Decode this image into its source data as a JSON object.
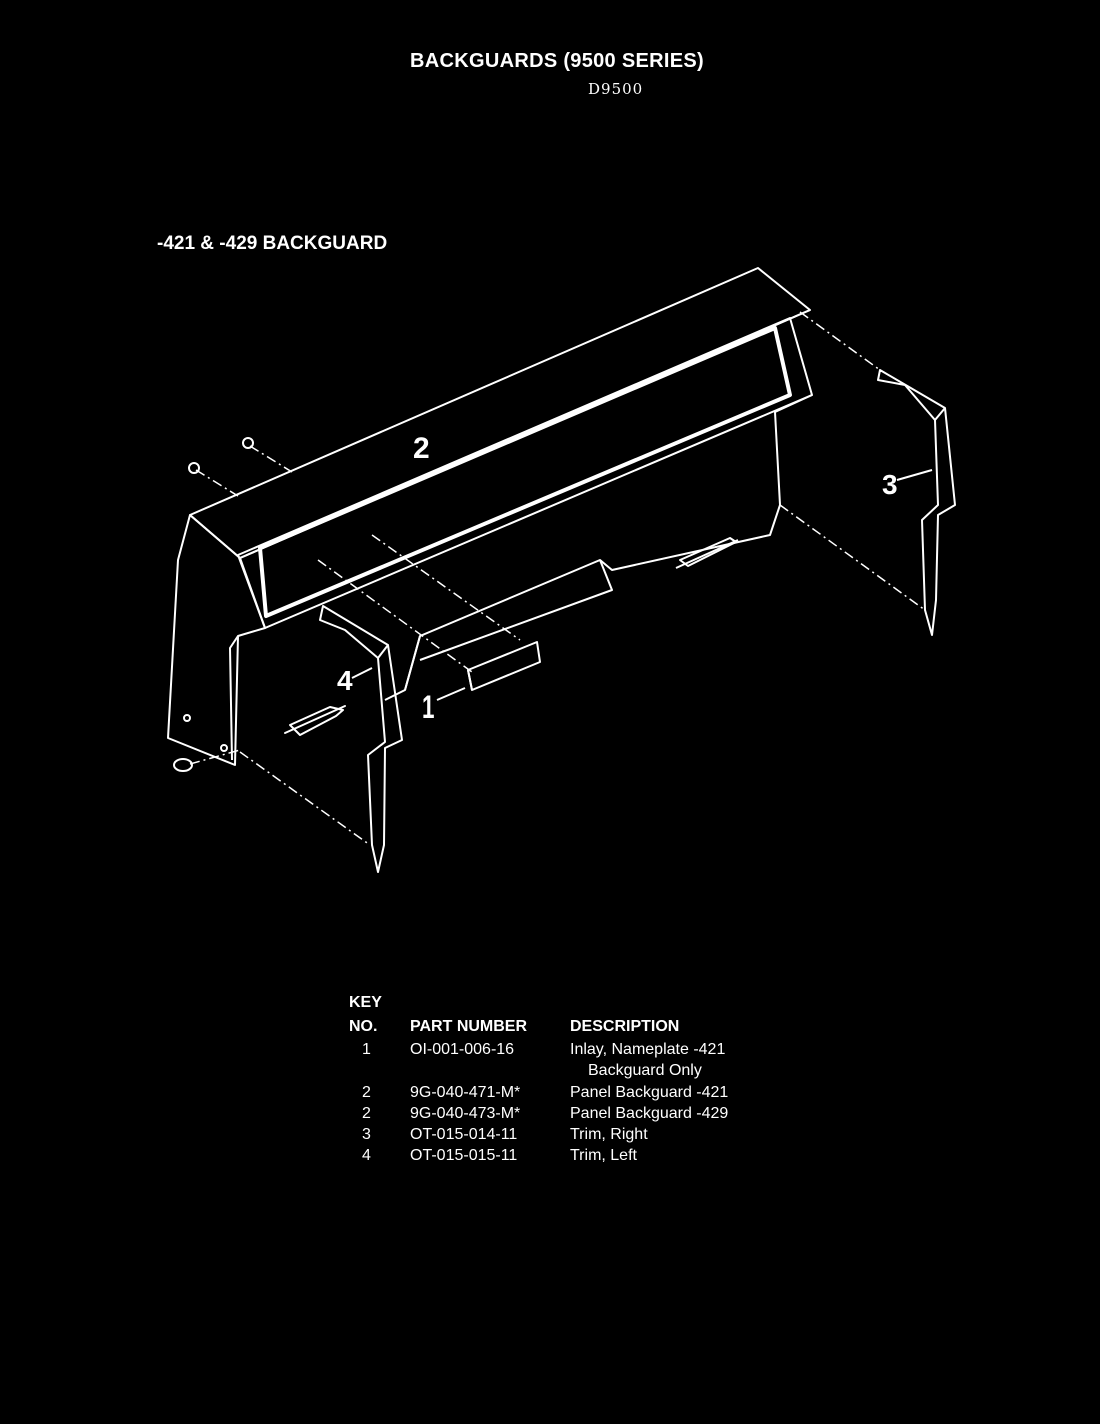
{
  "header": {
    "title": "BACKGUARDS (9500 SERIES)",
    "code": "D9500"
  },
  "section": {
    "heading": "-421 & -429 BACKGUARD"
  },
  "diagram": {
    "callouts": [
      "1",
      "2",
      "3",
      "4"
    ],
    "palette": {
      "background": "#000000",
      "line": "#ffffff"
    }
  },
  "parts_table": {
    "header_key_line1": "KEY",
    "header_key_line2": "NO.",
    "header_part_number": "PART NUMBER",
    "header_description": "DESCRIPTION",
    "rows": [
      {
        "key": "1",
        "part_number": "OI-001-006-16",
        "description": "Inlay, Nameplate -421",
        "description_line2": "Backguard Only"
      },
      {
        "key": "2",
        "part_number": "9G-040-471-M*",
        "description": "Panel Backguard -421"
      },
      {
        "key": "2",
        "part_number": "9G-040-473-M*",
        "description": "Panel Backguard -429"
      },
      {
        "key": "3",
        "part_number": "OT-015-014-11",
        "description": "Trim, Right"
      },
      {
        "key": "4",
        "part_number": "OT-015-015-11",
        "description": "Trim, Left"
      }
    ]
  }
}
